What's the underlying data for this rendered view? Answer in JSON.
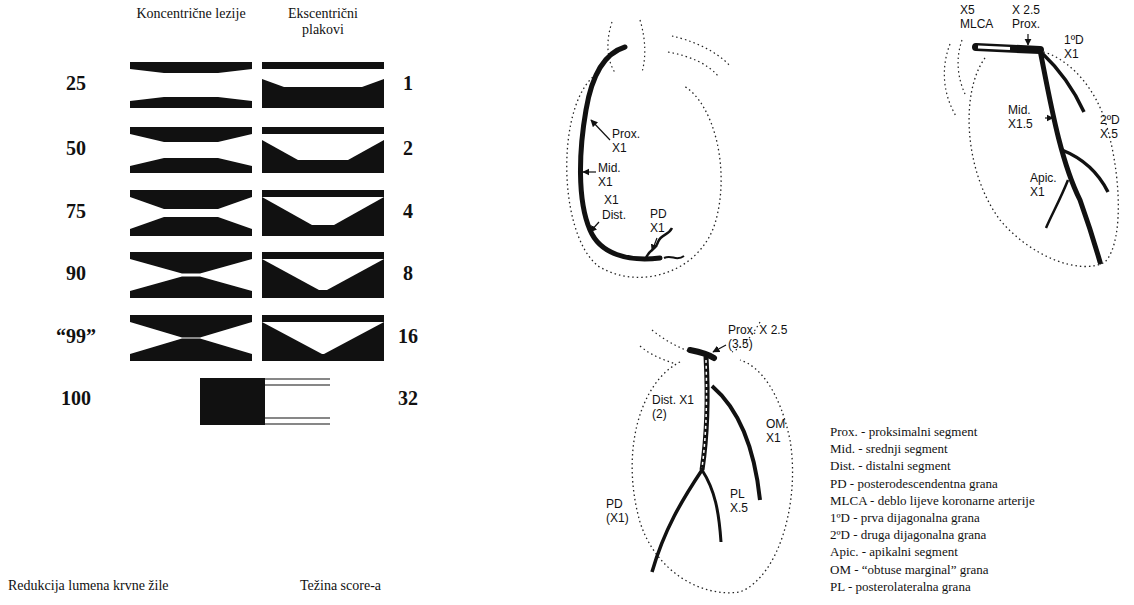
{
  "diagram": {
    "labels": [
      "Koncentrične lezije",
      "Ekscentrični plakovi",
      "25",
      "50",
      "75",
      "90",
      "“99”",
      "100",
      "1",
      "2",
      "4",
      "8",
      "16",
      "32",
      "Redukcija lumena krvne žile",
      "Težina score-a",
      "Prox. X1",
      "Mid. X1",
      "X1",
      "Dist.",
      "PD X1",
      "X5 MLCA",
      "X 2.5 Prox.",
      "1ºD X1",
      "Mid. X1.5",
      "2ºD X.5",
      "Apic. X1",
      "Prox. X 2.5 (3.5)",
      "Dist. X1 (2)",
      "OM X1",
      "PD (X1)",
      "PL X.5",
      "Prox. - proksimalni segment",
      "Mid. - srednji segment",
      "Dist. - distalni segment",
      "PD - posterodescendentna grana",
      "MLCA - deblo lijeve koronarne arterije",
      "1ºD - prva dijagonalna grana",
      "2ºD - druga dijagonalna grana",
      "Apic. - apikalni segment",
      "OM - “obtuse marginal” grana",
      "PL - posterolateralna grana"
    ]
  }
}
